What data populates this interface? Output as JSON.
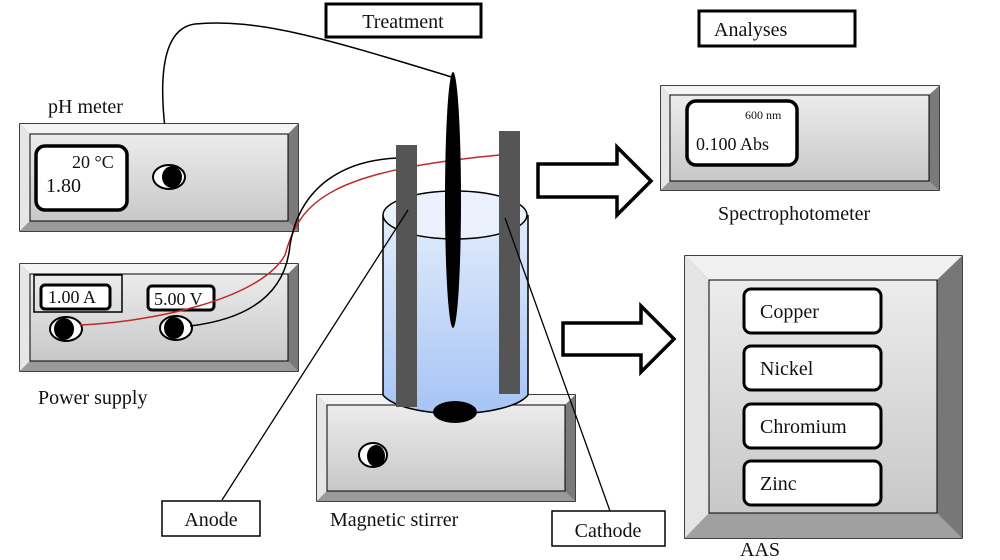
{
  "labels": {
    "treatment": "Treatment",
    "analyses": "Analyses",
    "ph_meter": "pH meter",
    "power_supply": "Power supply",
    "spectrophotometer": "Spectrophotometer",
    "aas": "AAS",
    "anode": "Anode",
    "cathode": "Cathode",
    "magnetic_stirrer": "Magnetic stirrer"
  },
  "ph_meter": {
    "temperature": "20 °C",
    "ph_value": "1.80"
  },
  "power_supply": {
    "current": "1.00 A",
    "voltage": "5.00 V"
  },
  "spectrophotometer": {
    "wavelength": "600 nm",
    "absorbance": "0.100 Abs"
  },
  "aas": {
    "elements": [
      "Copper",
      "Nickel",
      "Chromium",
      "Zinc"
    ]
  },
  "colors": {
    "device_face": "#d9d9d9",
    "electrode": "#555555",
    "solution": "#b4cdf5",
    "red_wire": "#c0292b",
    "black_wire": "#000000"
  }
}
